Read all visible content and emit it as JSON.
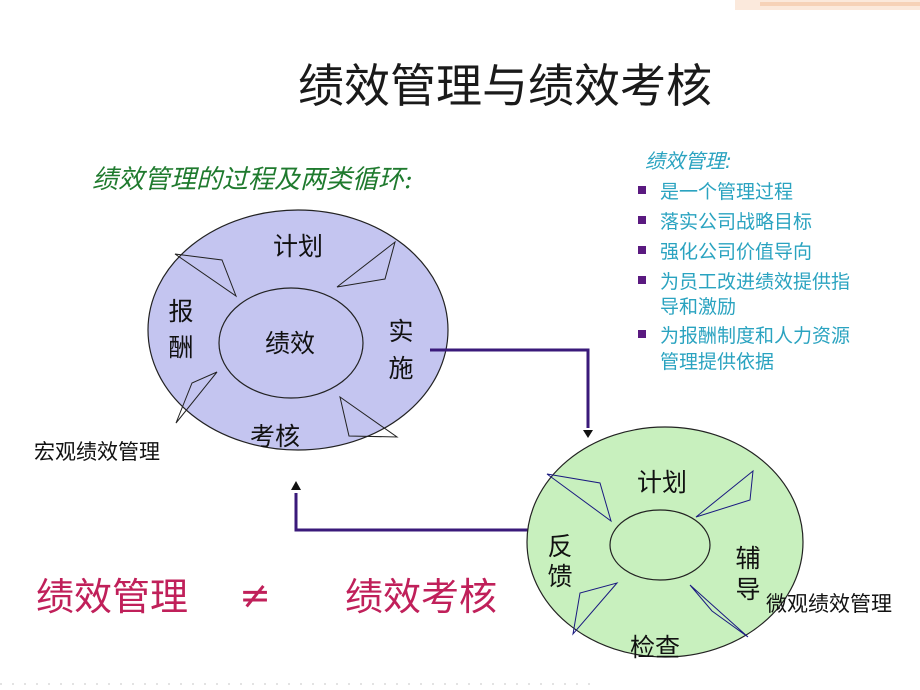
{
  "title": "绩效管理与绩效考核",
  "subtitle": "绩效管理的过程及两类循环:",
  "macro_cycle": {
    "center": "绩效",
    "plan": "计划",
    "implement": [
      "实",
      "施"
    ],
    "evaluate": "考核",
    "reward": [
      "报",
      "酬"
    ],
    "caption": "宏观绩效管理"
  },
  "micro_cycle": {
    "plan": "计划",
    "coach": [
      "辅",
      "导"
    ],
    "check": "检查",
    "feedback": [
      "反",
      "馈"
    ],
    "caption": "微观绩效管理"
  },
  "notes": {
    "heading": "绩效管理:",
    "items": [
      [
        "是一个管理过程"
      ],
      [
        "落实公司战略目标"
      ],
      [
        "强化公司价值导向"
      ],
      [
        "为员工改进绩效提供指",
        "导和激励"
      ],
      [
        "为报酬制度和人力资源",
        "管理提供依据"
      ]
    ]
  },
  "bottom": {
    "left": "绩效管理",
    "symbol": "≠",
    "right": "绩效考核"
  },
  "colors": {
    "macro_fill": "#c4c5f0",
    "micro_fill": "#c8f0be",
    "connector": "#3a1a7a",
    "bullet": "#5a1a80",
    "notes_text": "#2aa3c0",
    "subtitle_text": "#1f7a2e",
    "bottom_text": "#c0205a"
  }
}
